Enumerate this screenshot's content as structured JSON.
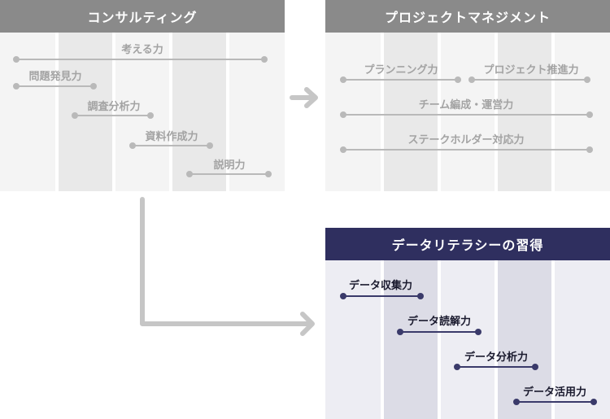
{
  "panels": {
    "consulting": {
      "title": "コンサルティング",
      "skills": [
        "考える力",
        "問題発見力",
        "調査分析力",
        "資料作成力",
        "説明力"
      ]
    },
    "project_management": {
      "title": "プロジェクトマネジメント",
      "skills": [
        "プランニング力",
        "プロジェクト推進力",
        "チーム編成・運営力",
        "ステークホルダー対応力"
      ]
    },
    "data_literacy": {
      "title": "データリテラシーの習得",
      "skills": [
        "データ収集力",
        "データ読解力",
        "データ分析力",
        "データ活用力"
      ]
    }
  },
  "colors": {
    "gray_header": "#8a8a8a",
    "gray_body": "#f4f4f4",
    "gray_col": "#e9e9e9",
    "gray_text": "#a3a3a3",
    "gray_line": "#b9b9b9",
    "navy_header": "#2f2f5f",
    "navy_body": "#ededf3",
    "navy_col": "#dcdce6",
    "navy_text": "#1a1a2e",
    "navy_line": "#3a3a6a",
    "arrow": "#c6c6c6"
  }
}
